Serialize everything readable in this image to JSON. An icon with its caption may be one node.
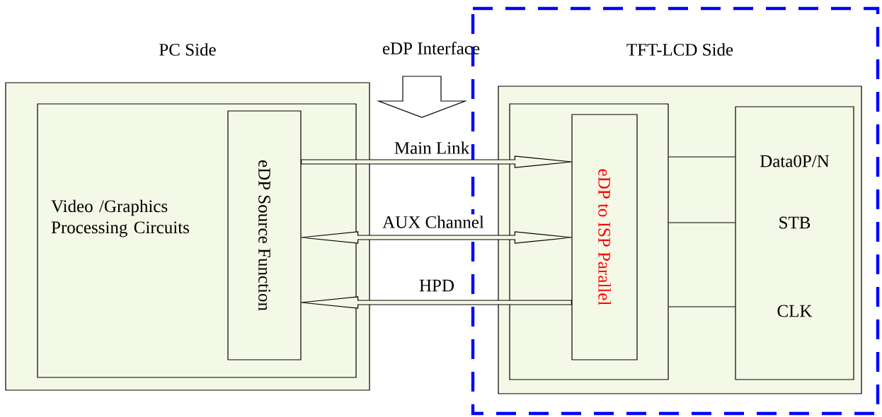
{
  "diagram": {
    "nodes": [
      {
        "text": [
          "PC Side"
        ]
      },
      {
        "text": [
          "Video /Graphics Processing Circuits"
        ],
        "in": 0
      },
      {
        "text": [
          "eDP Source Function"
        ],
        "in": 1
      },
      {
        "text": [
          "TFT-LCD Side"
        ]
      },
      {
        "text": [],
        "shape": "box",
        "in": 3
      },
      {
        "text": [
          "eDP to ISP Parallel"
        ],
        "in": 4
      },
      {
        "text": [
          "Data0P/N",
          "STB",
          "CLK"
        ],
        "in": 3
      }
    ],
    "edges": [
      {
        "from": 2,
        "to": 5,
        "arrow": "to",
        "label": "Main Link",
        "style": "thick"
      },
      {
        "from": 2,
        "to": 5,
        "arrow": "both",
        "label": "AUX Channel",
        "style": "thick"
      },
      {
        "from": 5,
        "to": 2,
        "arrow": "to",
        "label": "HPD",
        "style": "thick"
      },
      {
        "from": 4,
        "to": 6,
        "arrow": "none"
      },
      {
        "from": 4,
        "to": 6,
        "arrow": "none"
      },
      {
        "from": 4,
        "to": 6,
        "arrow": "none"
      }
    ],
    "labels": [
      "eDP Interface"
    ]
  }
}
